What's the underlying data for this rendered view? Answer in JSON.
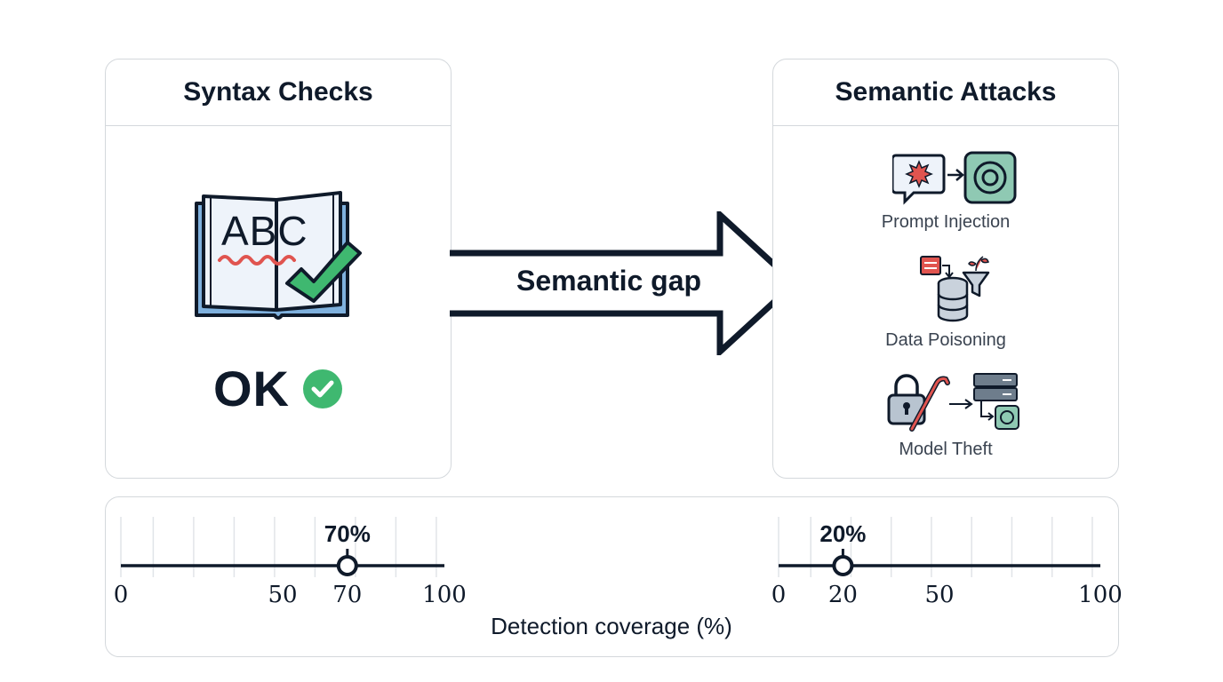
{
  "left_panel": {
    "title": "Syntax Checks",
    "book_text": "ABC",
    "status": "OK"
  },
  "right_panel": {
    "title": "Semantic Attacks",
    "items": [
      {
        "label": "Prompt Injection",
        "icon": "prompt-injection-icon"
      },
      {
        "label": "Data Poisoning",
        "icon": "data-poisoning-icon"
      },
      {
        "label": "Model Theft",
        "icon": "model-theft-icon"
      }
    ]
  },
  "arrow": {
    "label": "Semantic gap"
  },
  "coverage": {
    "axis_title": "Detection coverage (%)",
    "left": {
      "value": 70,
      "value_label": "70%",
      "tick_labels": [
        "0",
        "50",
        "70",
        "100"
      ]
    },
    "right": {
      "value": 20,
      "value_label": "20%",
      "tick_labels": [
        "0",
        "20",
        "50",
        "100"
      ]
    }
  },
  "colors": {
    "ink": "#0f1a2a",
    "check_green": "#3fb870",
    "wave_red": "#e0544f",
    "border": "#d4d8dc"
  }
}
